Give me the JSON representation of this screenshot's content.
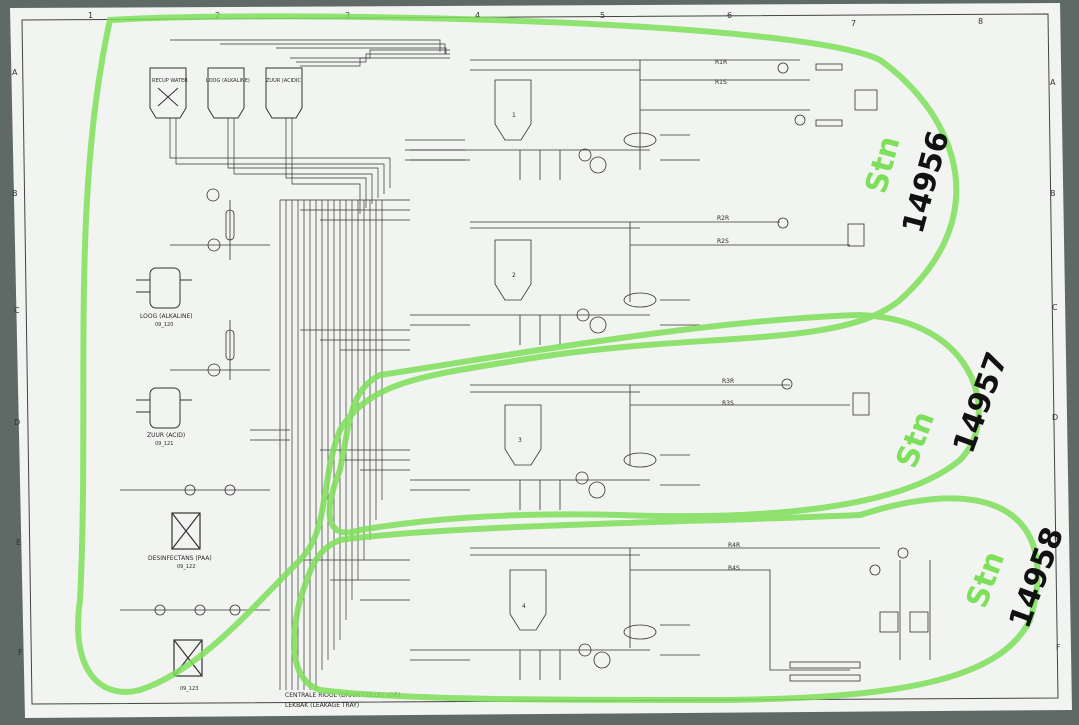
{
  "grid": {
    "columns": [
      "1",
      "2",
      "3",
      "4",
      "5",
      "6",
      "7",
      "8"
    ],
    "rows": [
      "A",
      "B",
      "C",
      "D",
      "E",
      "F"
    ]
  },
  "tanks": {
    "recup": "RECUP WATER",
    "loog_top": "LOOG (ALKALINE)",
    "zuur_top": "ZUUR (ACIDIC)",
    "loog_main": "LOOG (ALKALINE)",
    "loog_main_id": "09_120",
    "zuur_main": "ZUUR (ACID)",
    "zuur_main_id": "09_121",
    "desinfectant": "DESINFECTANS (PAA)",
    "desinfectant_id": "09_122",
    "bottom_tank_id": "09_123"
  },
  "lines": {
    "r1r": "R1R",
    "r1s": "R1S",
    "r2r": "R2R",
    "r2s": "R2S",
    "r3r": "R3R",
    "r3s": "R3S",
    "r4r": "R4R",
    "r4s": "R4S"
  },
  "units": {
    "u1": "1",
    "u2": "2",
    "u3": "3",
    "u4": "4"
  },
  "legend": {
    "drain": "CENTRALE RIOOL (DRAIN COLLECTOR)",
    "tray": "LEKBAK (LEAKAGE TRAY)"
  },
  "annotations": {
    "stn1": "Stn",
    "num1": "14956",
    "stn2": "Stn",
    "num2": "14957",
    "stn3": "Stn",
    "num3": "14958"
  },
  "colors": {
    "paper": "#f2f4f1",
    "ink": "#2a2a2a",
    "highlighter": "#7ee05a",
    "marker": "#111111"
  }
}
